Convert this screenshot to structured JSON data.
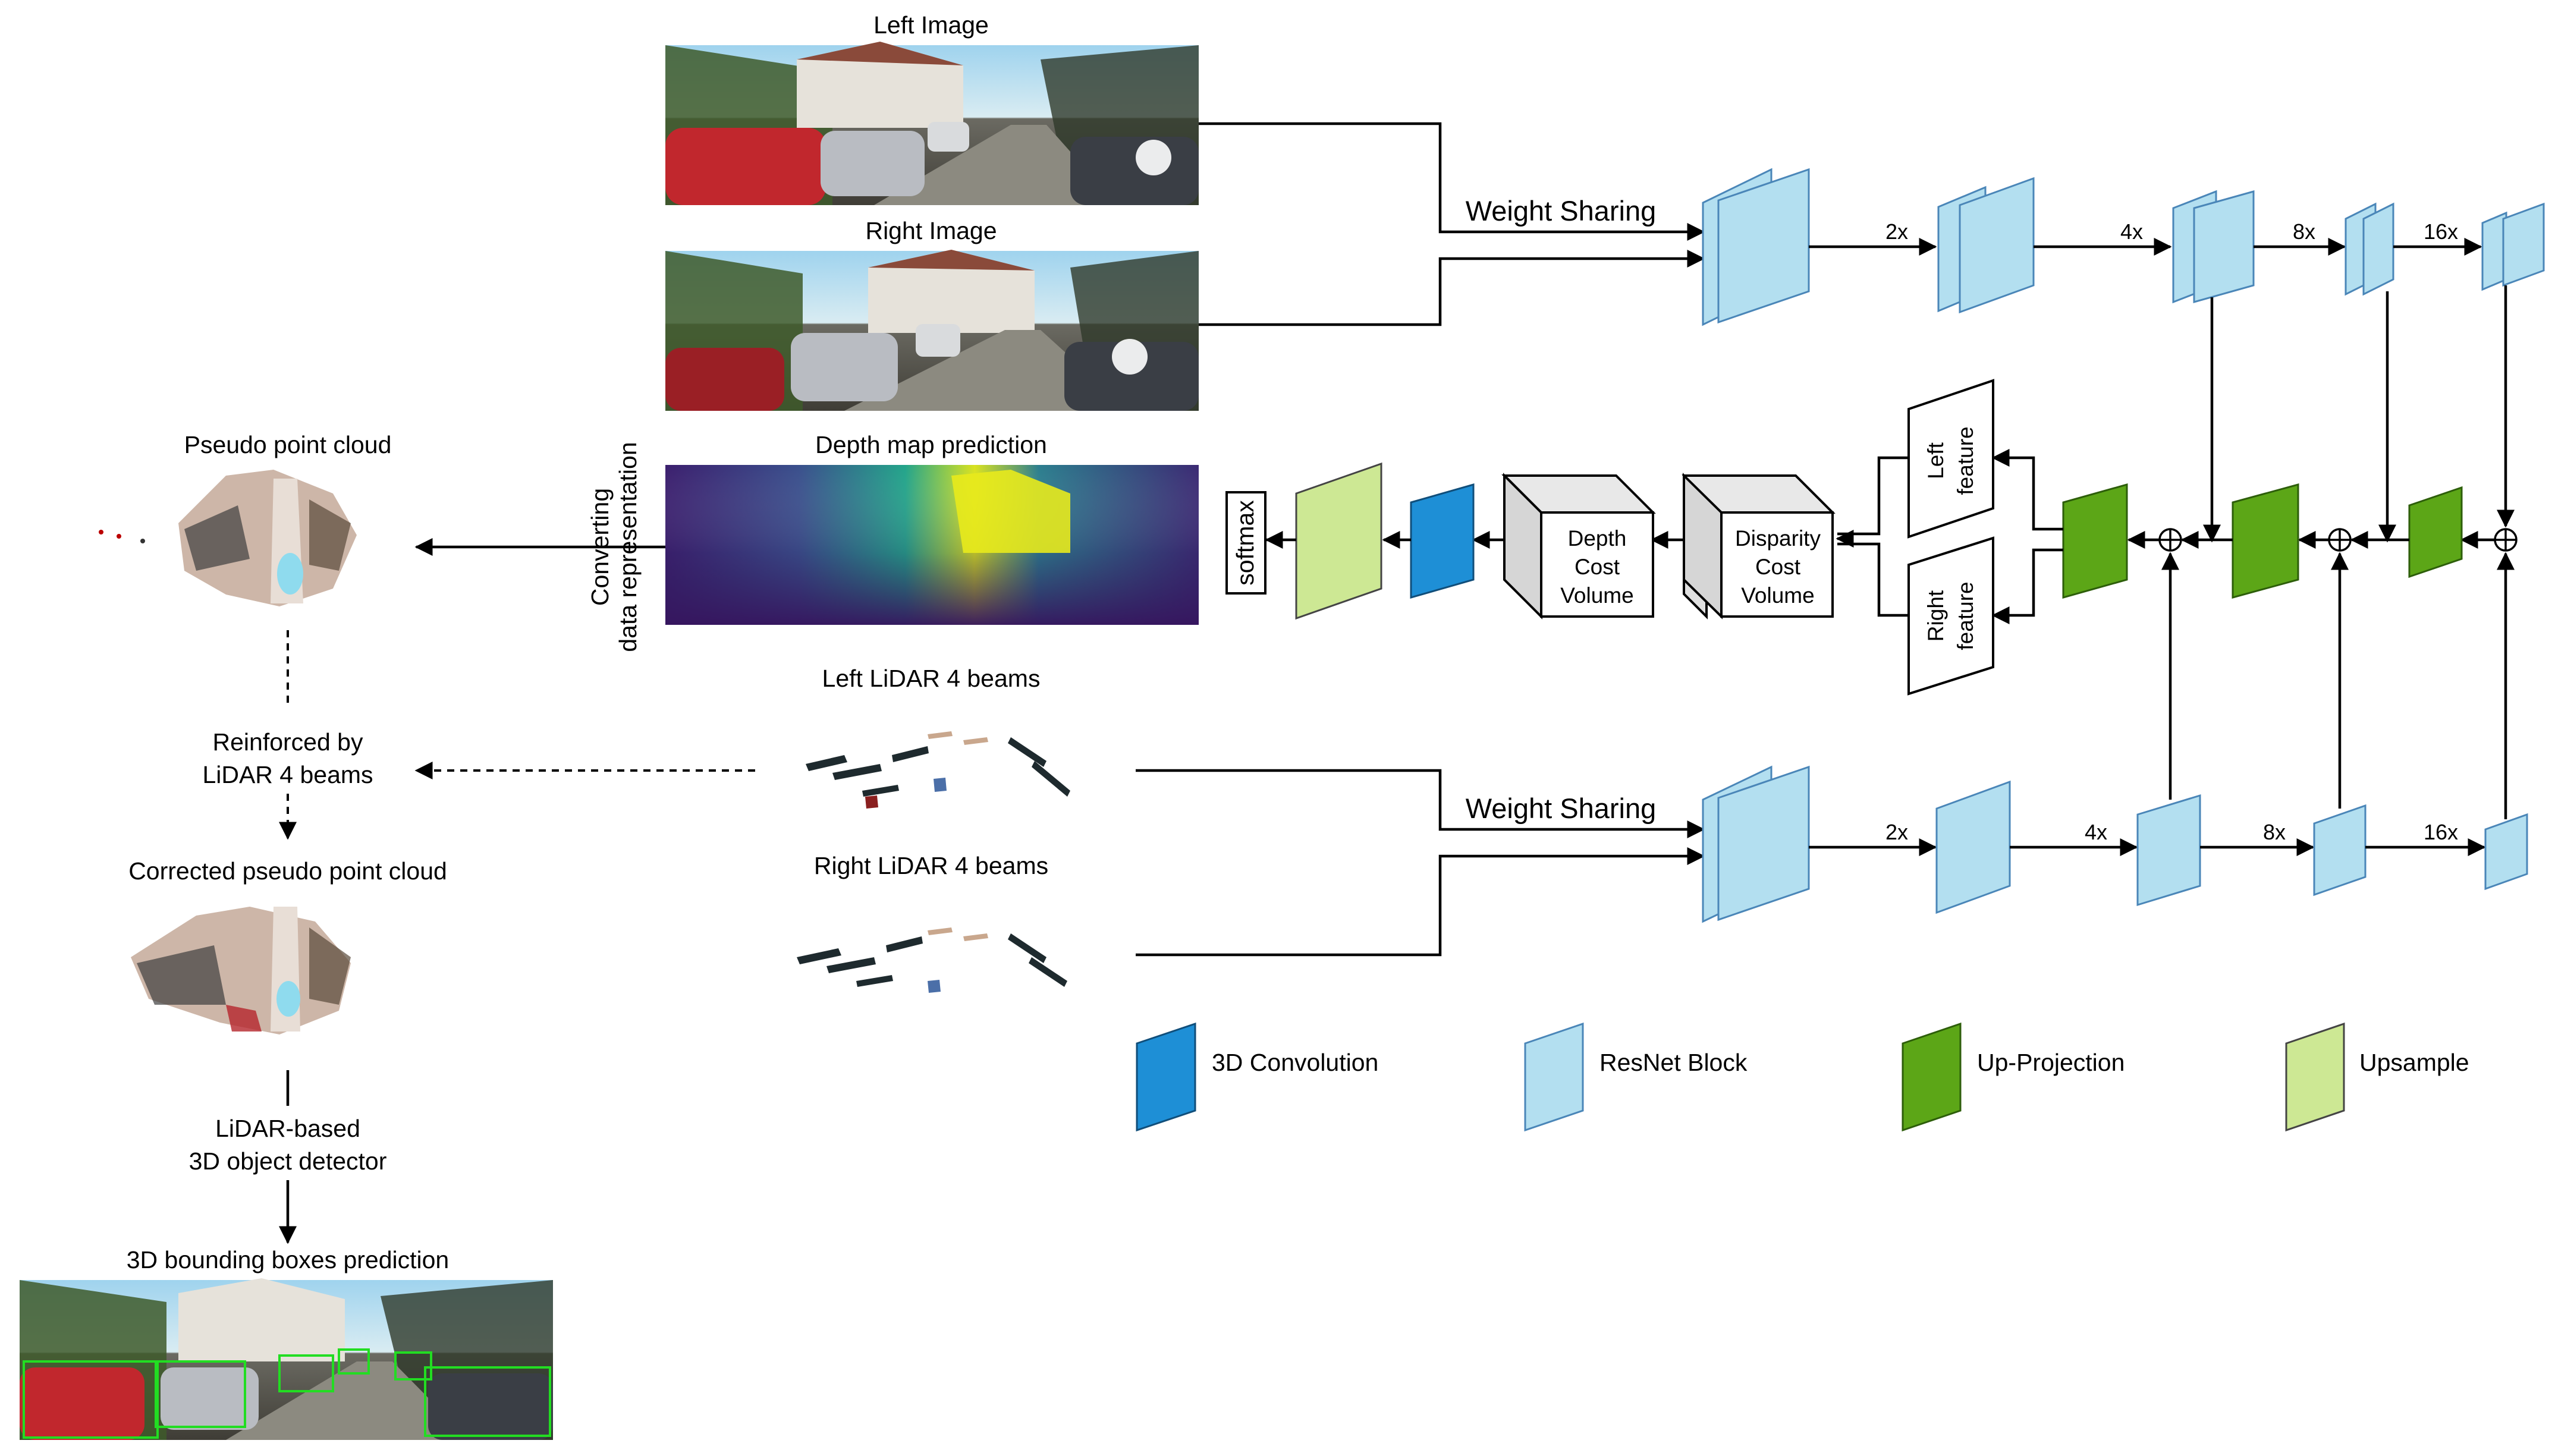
{
  "images": {
    "left_image": "Left Image",
    "right_image": "Right Image",
    "depth_map": "Depth map prediction",
    "pseudo_point_cloud": "Pseudo point cloud",
    "left_lidar": "Left LiDAR 4 beams",
    "right_lidar": "Right LiDAR 4 beams",
    "corrected_cloud": "Corrected pseudo point cloud",
    "bbox_prediction": "3D bounding boxes prediction"
  },
  "flow": {
    "converting_line1": "Converting",
    "converting_line2": "data representation",
    "reinforced_line1": "Reinforced by",
    "reinforced_line2": "LiDAR 4 beams",
    "detector_line1": "LiDAR-based",
    "detector_line2": "3D object detector"
  },
  "network": {
    "weight_sharing_top": "Weight Sharing",
    "weight_sharing_bottom": "Weight Sharing",
    "scales_top": [
      "2x",
      "4x",
      "8x",
      "16x"
    ],
    "scales_bottom": [
      "2x",
      "4x",
      "8x",
      "16x"
    ],
    "softmax": "softmax",
    "depth_cost_volume": [
      "Depth",
      "Cost",
      "Volume"
    ],
    "disparity_cost_volume": [
      "Disparity",
      "Cost",
      "Volume"
    ],
    "left_feature": [
      "Left",
      "feature"
    ],
    "right_feature": [
      "Right",
      "feature"
    ]
  },
  "legend": {
    "conv3d": "3D Convolution",
    "resnet": "ResNet Block",
    "upproj": "Up-Projection",
    "upsample": "Upsample"
  },
  "colors": {
    "resnet_block": "#b3dff0",
    "conv3d": "#1e8fd6",
    "up_projection": "#5ca617",
    "upsample": "#cde894"
  }
}
